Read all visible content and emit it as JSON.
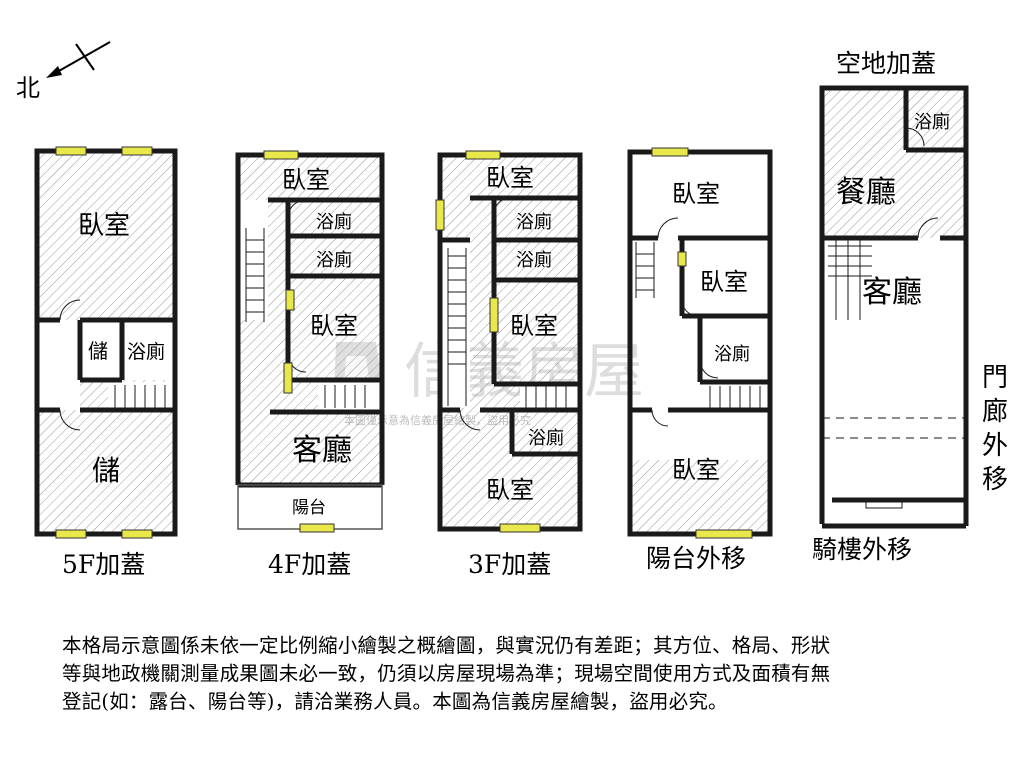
{
  "compass": {
    "label": "北"
  },
  "watermark": {
    "brand": "信義房屋",
    "small": "本圖僅示意為信義房屋繪製，盜用必究"
  },
  "floors": {
    "f5": {
      "caption": "5F加蓋",
      "rooms": {
        "bedroom": "臥室",
        "storage_small": "儲",
        "bath": "浴廁",
        "storage": "儲"
      }
    },
    "f4": {
      "caption": "4F加蓋",
      "rooms": {
        "bedroom_top": "臥室",
        "bath_a": "浴廁",
        "bath_b": "浴廁",
        "bedroom_mid": "臥室",
        "living": "客廳",
        "balcony": "陽台"
      }
    },
    "f3": {
      "caption": "3F加蓋",
      "rooms": {
        "bedroom_top": "臥室",
        "bath_a": "浴廁",
        "bath_b": "浴廁",
        "bedroom_mid": "臥室",
        "bath_c": "浴廁",
        "bedroom_bottom": "臥室"
      }
    },
    "f2": {
      "caption": "陽台外移",
      "rooms": {
        "bedroom_top": "臥室",
        "bedroom_mid": "臥室",
        "bath": "浴廁",
        "bedroom_bottom": "臥室"
      }
    },
    "f1": {
      "title": "空地加蓋",
      "caption": "騎樓外移",
      "rooms": {
        "bath": "浴廁",
        "dining": "餐廳",
        "living": "客廳"
      },
      "side_note": [
        "門",
        "廊",
        "外",
        "移"
      ]
    }
  },
  "disclaimer": [
    "本格局示意圖係未依一定比例縮小繪製之概繪圖，與實況仍有差距；其方位、格局、形狀",
    "等與地政機關測量成果圖未必一致，仍須以房屋現場為準；現場空間使用方式及面積有無",
    "登記(如：露台、陽台等)，請洽業務人員。本圖為信義房屋繪製，盜用必究。"
  ],
  "colors": {
    "wall": "#1a1a1a",
    "hatch": "#8c8c8c",
    "window": "#e8e84a",
    "watermark": "#c8c8c8"
  }
}
